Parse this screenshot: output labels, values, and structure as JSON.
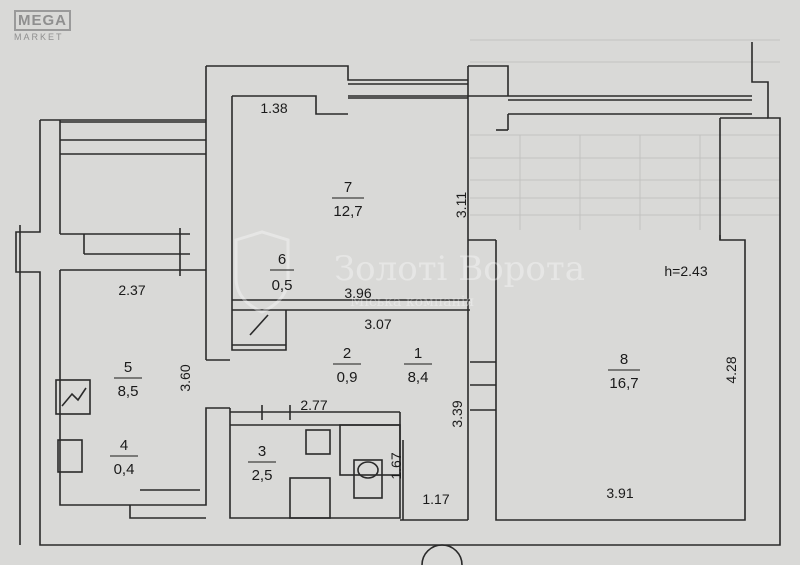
{
  "logo": {
    "brand": "MEGA",
    "sub": "MARKET"
  },
  "watermark": {
    "name": "Золоті Ворота",
    "tagline": "Міська компанія"
  },
  "height_note": "h=2.43",
  "rooms": [
    {
      "number": "1",
      "area": "8,4"
    },
    {
      "number": "2",
      "area": "0,9"
    },
    {
      "number": "3",
      "area": "2,5"
    },
    {
      "number": "4",
      "area": "0,4"
    },
    {
      "number": "5",
      "area": "8,5"
    },
    {
      "number": "6",
      "area": "0,5"
    },
    {
      "number": "7",
      "area": "12,7"
    },
    {
      "number": "8",
      "area": "16,7"
    }
  ],
  "dimensions": {
    "d138": "1.38",
    "d311": "3.11",
    "d237": "2.37",
    "d396": "3.96",
    "d307": "3.07",
    "d360": "3.60",
    "d277": "2.77",
    "d339": "3.39",
    "d167": "1.67",
    "d117": "1.17",
    "d391": "3.91",
    "d428": "4.28"
  },
  "colors": {
    "paper": "#d9d9d7",
    "wall": "#2a2a2a",
    "grid": "#b9b9b6"
  }
}
